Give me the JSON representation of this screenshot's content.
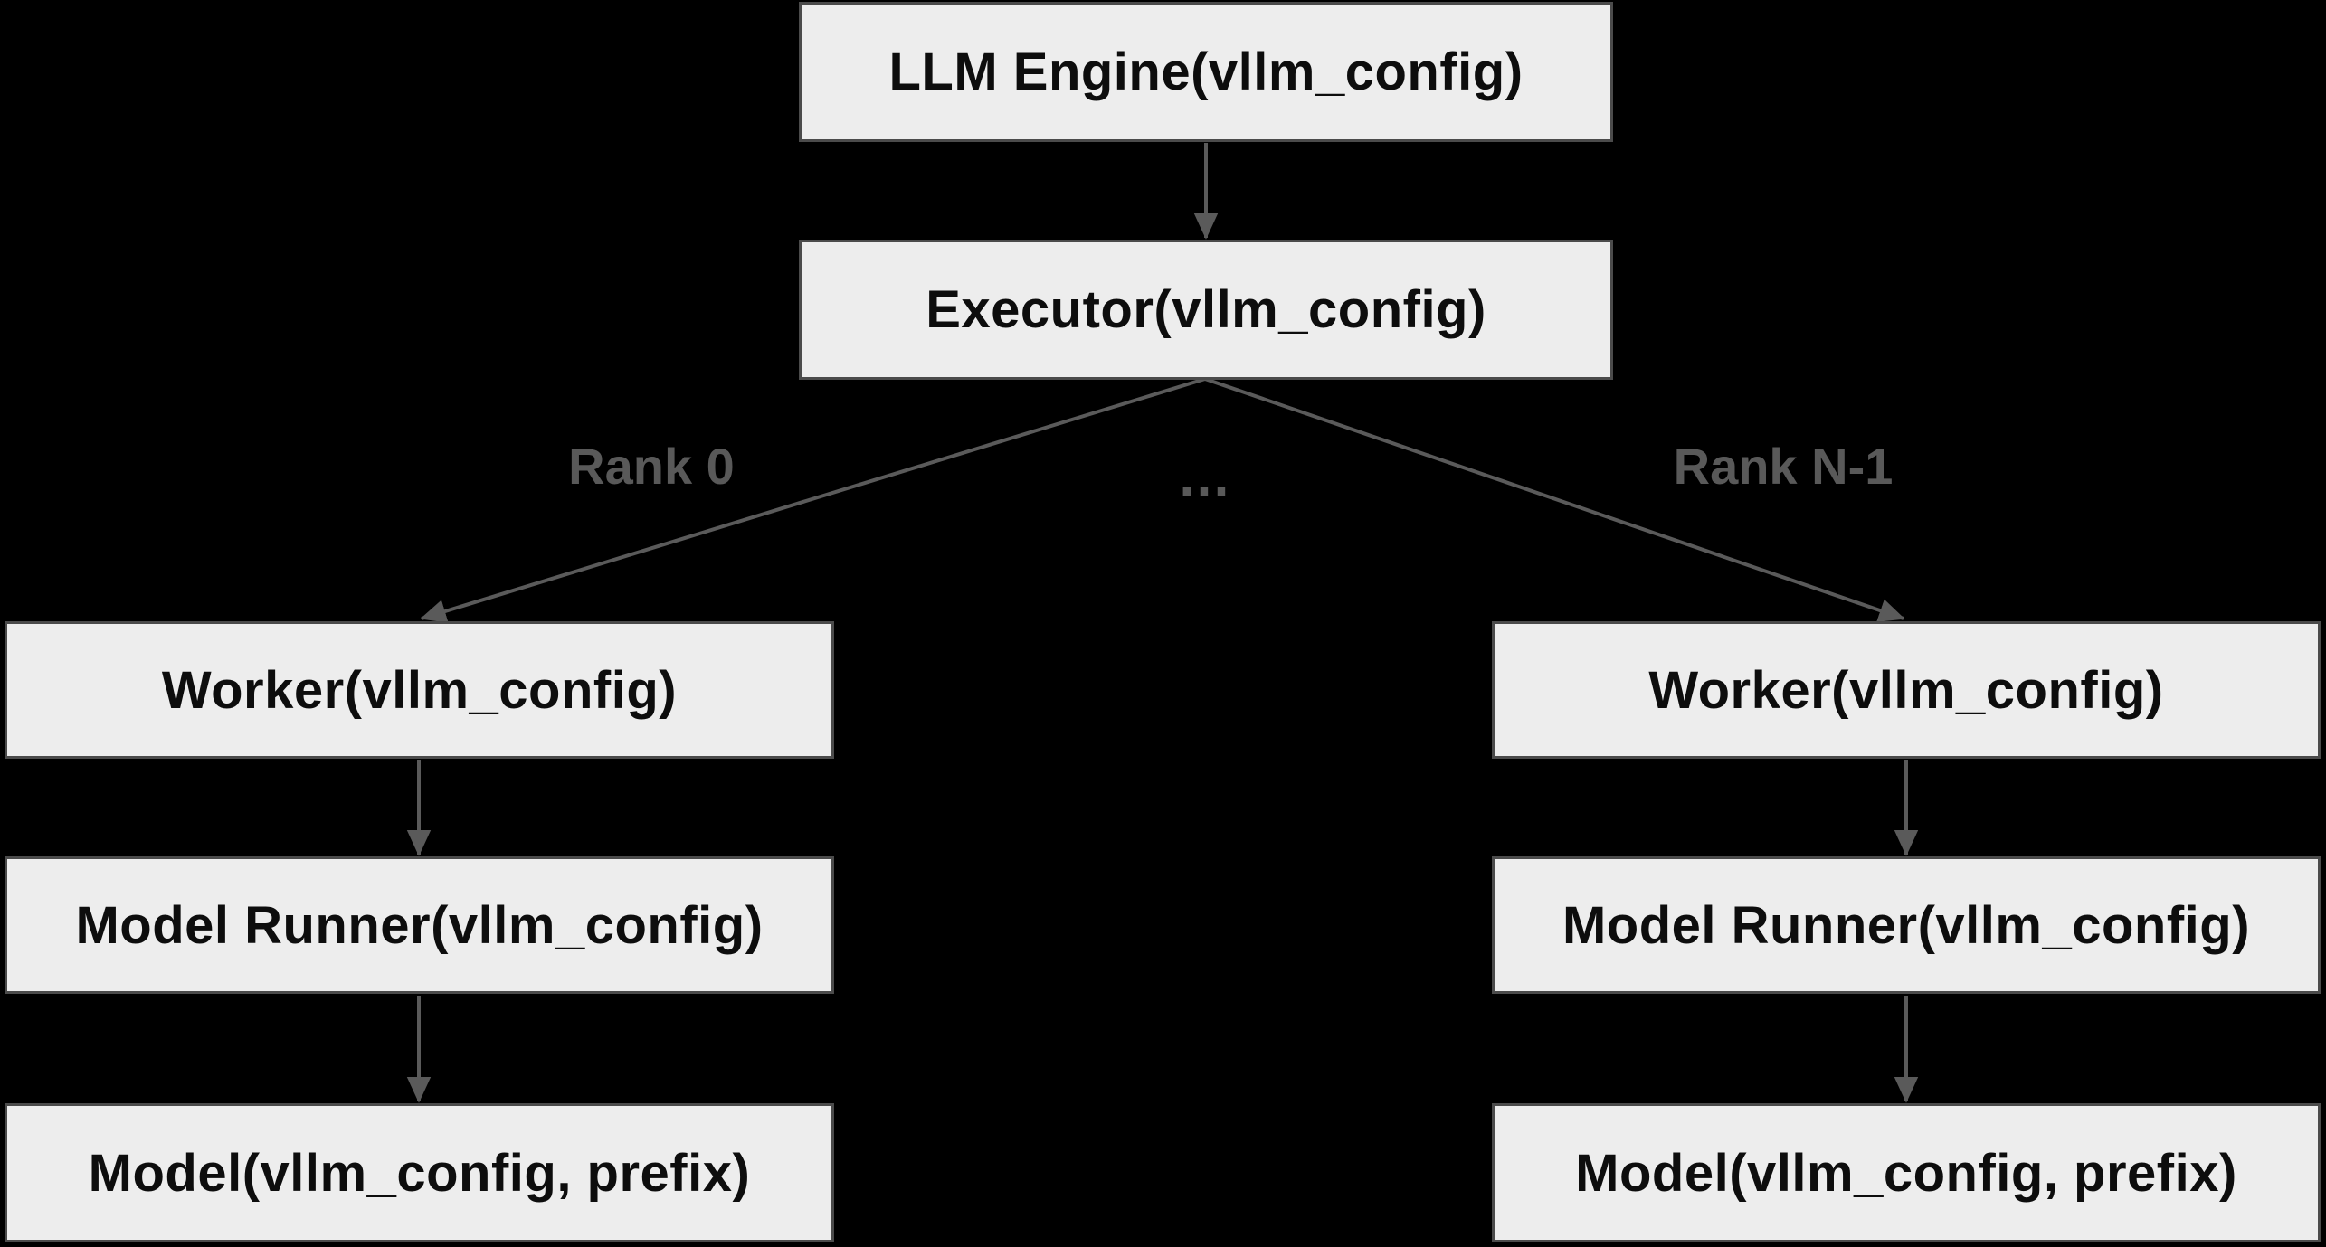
{
  "diagram": {
    "colors": {
      "background": "#000000",
      "node_fill": "#ededed",
      "node_border": "#4b4b4b",
      "node_text": "#0d0d0d",
      "edge": "#5a5a5a",
      "edge_label": "#595959"
    },
    "nodes": {
      "engine": "LLM Engine(vllm_config)",
      "executor": "Executor(vllm_config)",
      "worker_left": "Worker(vllm_config)",
      "worker_right": "Worker(vllm_config)",
      "model_runner_left": "Model Runner(vllm_config)",
      "model_runner_right": "Model Runner(vllm_config)",
      "model_left": "Model(vllm_config, prefix)",
      "model_right": "Model(vllm_config, prefix)"
    },
    "edge_labels": {
      "rank0": "Rank 0",
      "ellipsis": "…",
      "rankN": "Rank N-1"
    }
  }
}
